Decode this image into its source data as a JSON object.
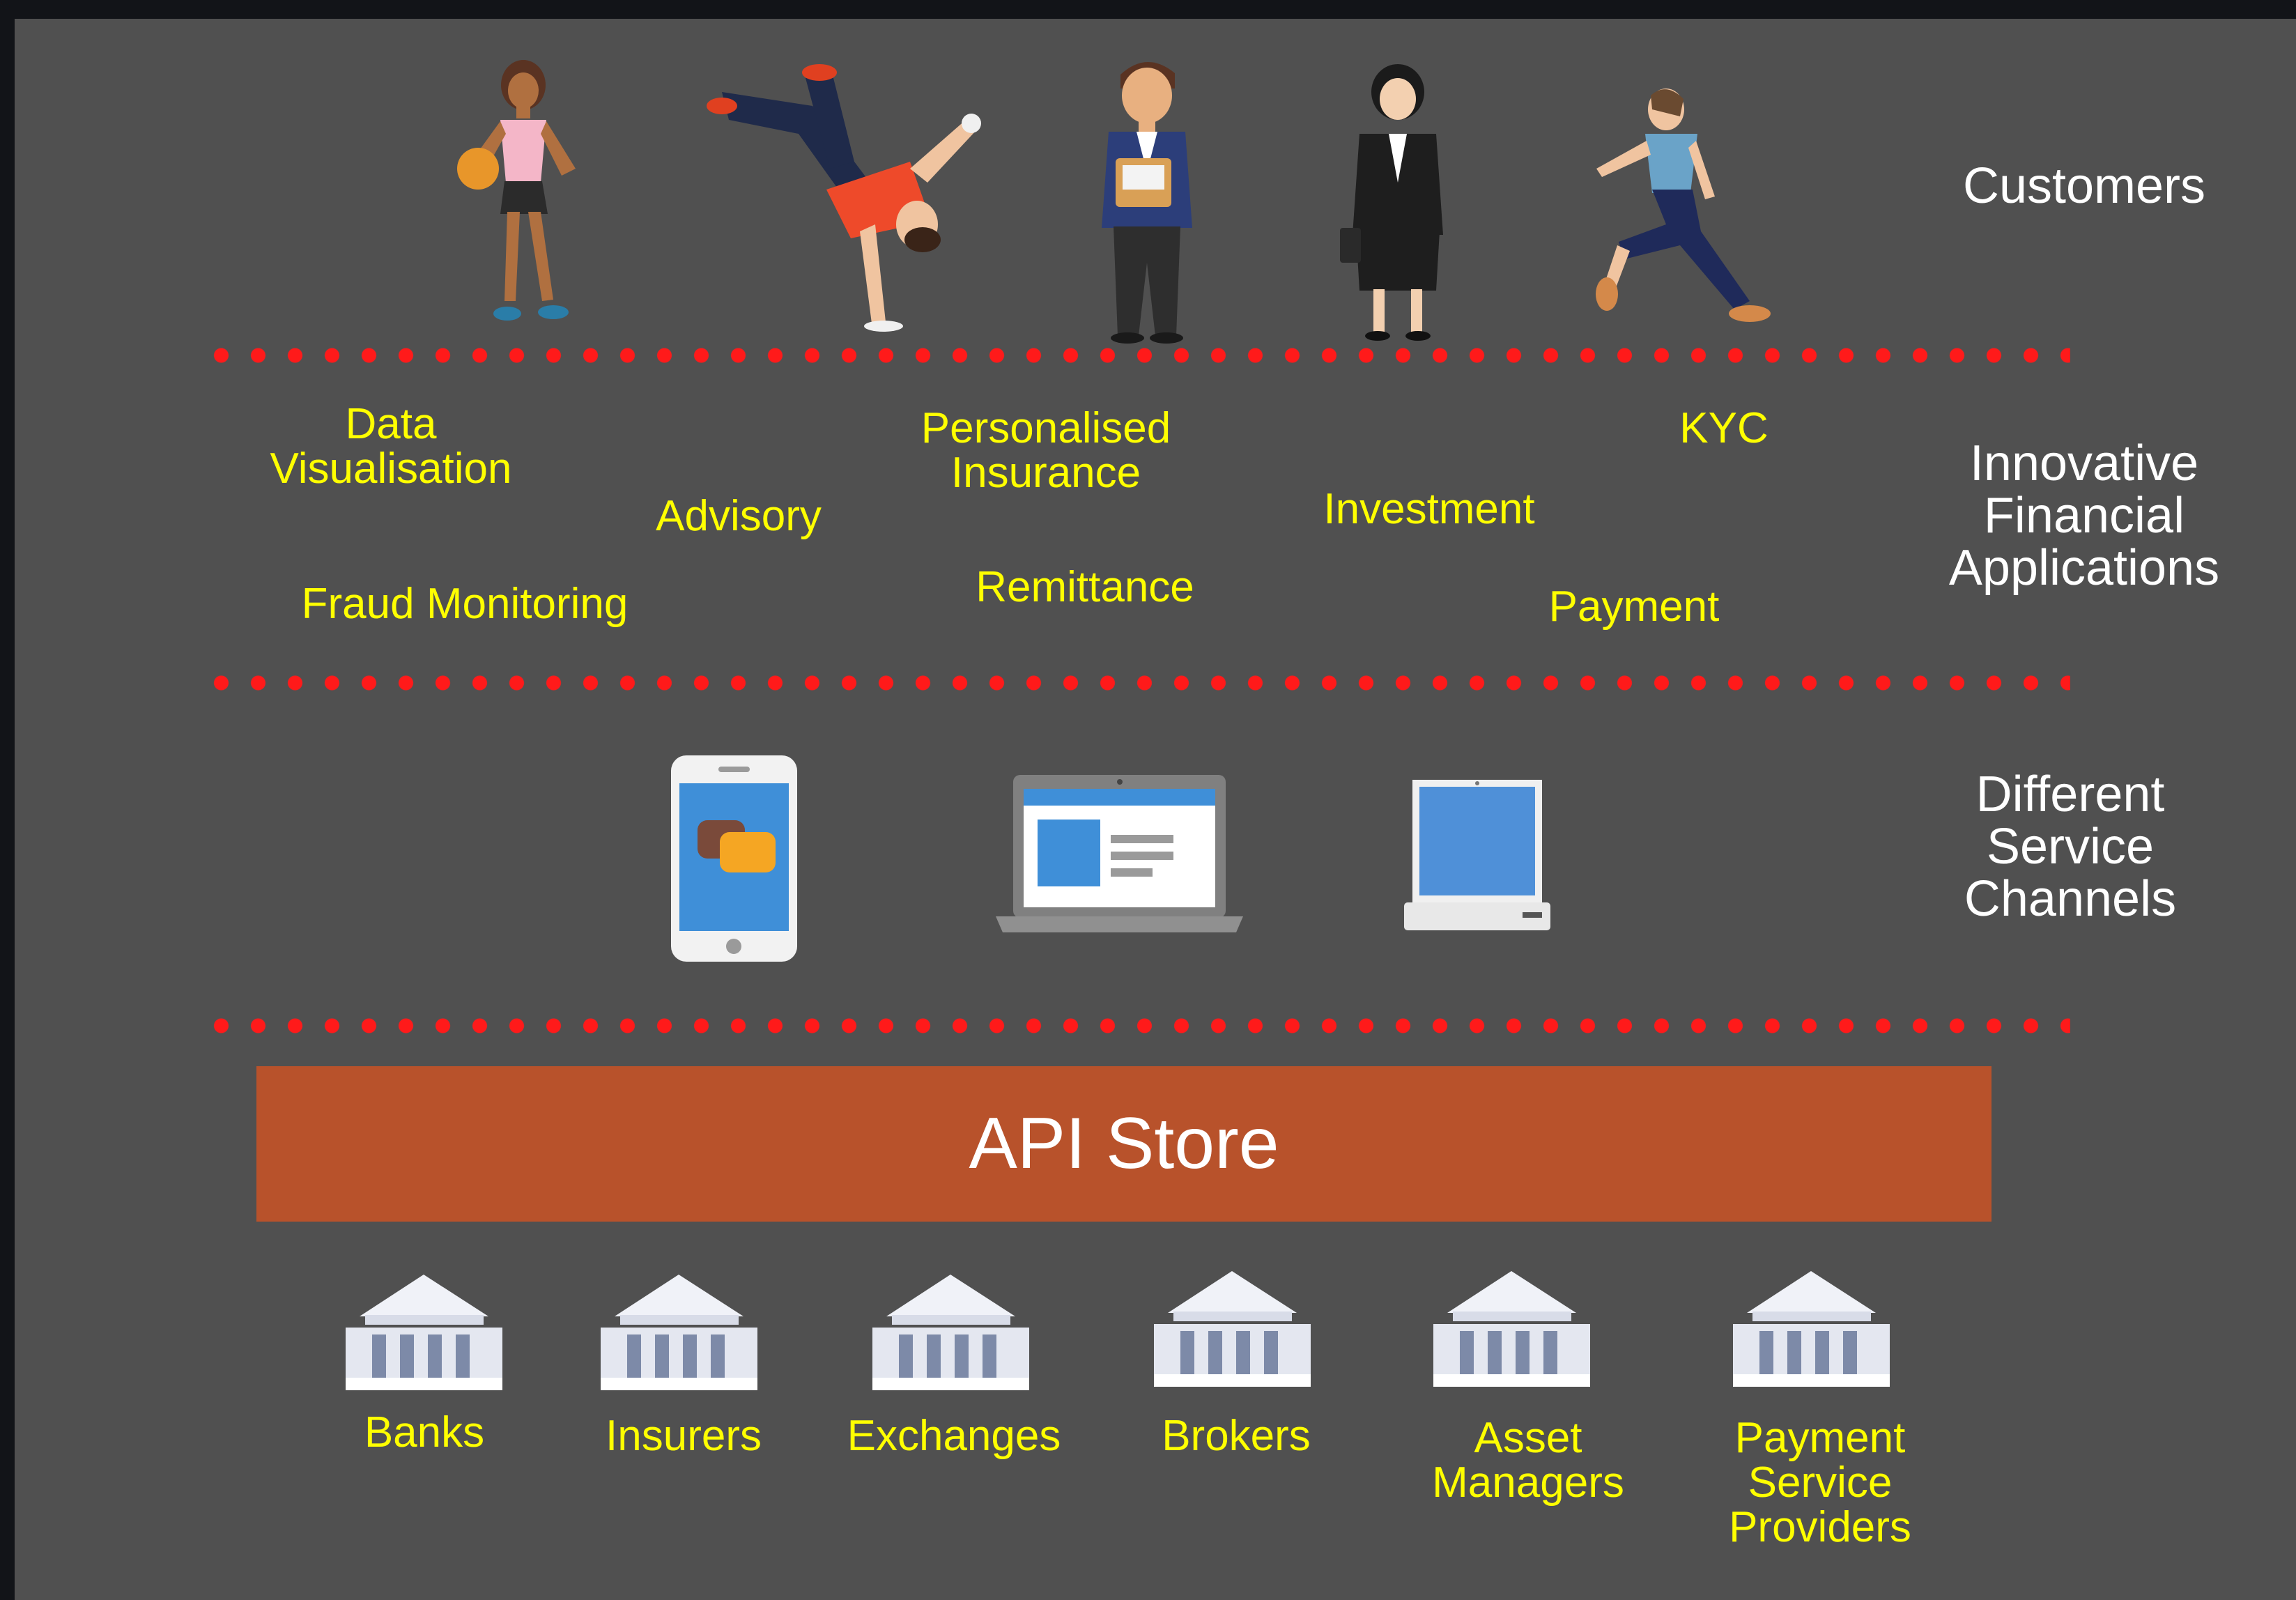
{
  "layers": {
    "customers": "Customers",
    "apps": "Innovative\nFinancial\nApplications",
    "channels": "Different\nService\nChannels"
  },
  "applications": [
    "Data\nVisualisation",
    "Advisory",
    "Fraud Monitoring",
    "Personalised\nInsurance",
    "Remittance",
    "Investment",
    "KYC",
    "Payment"
  ],
  "api_store": "API Store",
  "institutions": [
    "Banks",
    "Insurers",
    "Exchanges",
    "Brokers",
    "Asset\nManagers",
    "Payment\nService\nProviders"
  ],
  "icons": {
    "customers": [
      "woman-basketball-player-icon",
      "breakdancer-icon",
      "businessman-icon",
      "businesswoman-icon",
      "runner-icon"
    ],
    "channels": [
      "mobile-phone-icon",
      "laptop-icon",
      "computer-monitor-icon"
    ],
    "institutions": "bank-building-icon"
  },
  "colors": {
    "background": "#505050",
    "divider": "#ff1a1a",
    "api_store": "#b8522b",
    "application_text": "#ffff00",
    "layer_text": "#ffffff"
  }
}
